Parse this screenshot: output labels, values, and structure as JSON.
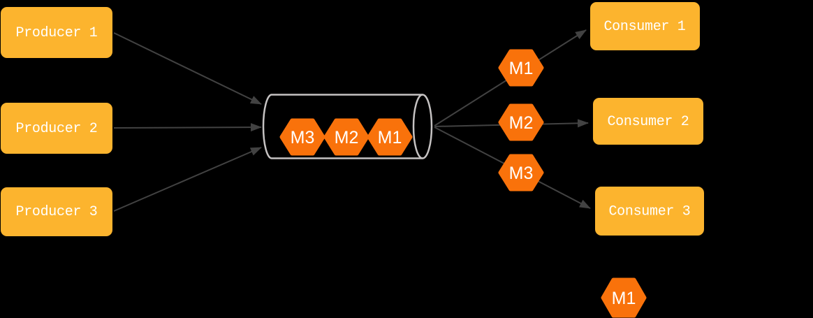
{
  "colors": {
    "background": "#000000",
    "node_fill": "#FCB42E",
    "message_fill": "#F9720B",
    "arrow": "#424242",
    "queue_outline": "#C6C3C3",
    "label_text": "#FFFFFF"
  },
  "producers": [
    {
      "label": "Producer 1"
    },
    {
      "label": "Producer 2"
    },
    {
      "label": "Producer 3"
    }
  ],
  "consumers": [
    {
      "label": "Consumer 1"
    },
    {
      "label": "Consumer 2"
    },
    {
      "label": "Consumer 3"
    }
  ],
  "queue": {
    "messages": [
      {
        "label": "M3"
      },
      {
        "label": "M2"
      },
      {
        "label": "M1"
      }
    ]
  },
  "in_flight": [
    {
      "label": "M1"
    },
    {
      "label": "M2"
    },
    {
      "label": "M3"
    }
  ],
  "delivered": {
    "label": "M1"
  },
  "edges": [
    {
      "from": "Producer 1",
      "to": "Queue"
    },
    {
      "from": "Producer 2",
      "to": "Queue"
    },
    {
      "from": "Producer 3",
      "to": "Queue"
    },
    {
      "from": "Queue",
      "to": "Consumer 1",
      "message": "M1"
    },
    {
      "from": "Queue",
      "to": "Consumer 2",
      "message": "M2"
    },
    {
      "from": "Queue",
      "to": "Consumer 3",
      "message": "M3"
    }
  ]
}
